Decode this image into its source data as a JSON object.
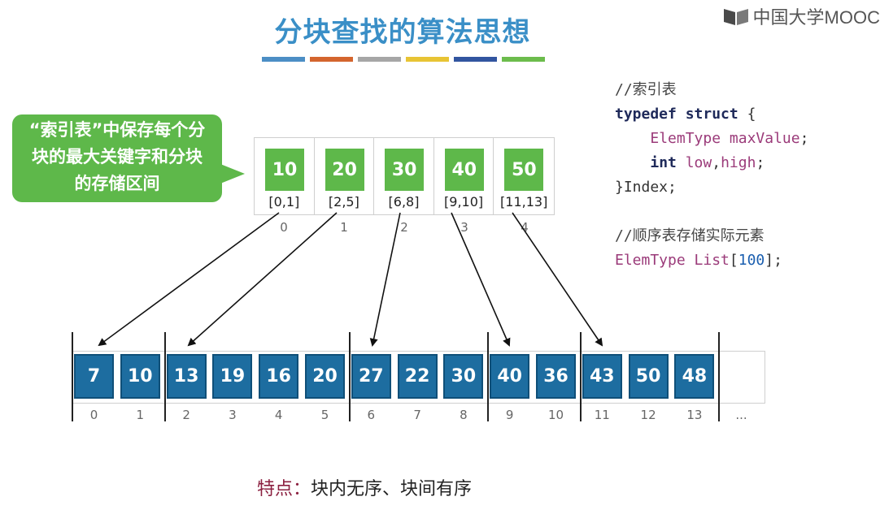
{
  "title": "分块查找的算法思想",
  "stripe_colors": [
    "#4c8ec5",
    "#d4652e",
    "#a6a6a6",
    "#e8c434",
    "#3255a0",
    "#6cbc4c"
  ],
  "logo_text": "中国大学MOOC",
  "callout": {
    "lines": [
      "“索引表”中保存每个分",
      "块的最大关键字和分块",
      "的存储区间"
    ]
  },
  "index_table": {
    "items": [
      {
        "max": "10",
        "range": "[0,1]",
        "index": "0"
      },
      {
        "max": "20",
        "range": "[2,5]",
        "index": "1"
      },
      {
        "max": "30",
        "range": "[6,8]",
        "index": "2"
      },
      {
        "max": "40",
        "range": "[9,10]",
        "index": "3"
      },
      {
        "max": "50",
        "range": "[11,13]",
        "index": "4"
      }
    ]
  },
  "code": {
    "comment1": "//索引表",
    "kw_typedef": "typedef",
    "kw_struct": "struct",
    "brace_open": " {",
    "type_elem": "ElemType",
    "field_max": "maxValue",
    "kw_int": "int",
    "field_low": "low",
    "field_high": "high",
    "close": "}Index;",
    "comment2": "//顺序表存储实际元素",
    "list_name": "List",
    "list_size": "100"
  },
  "array": {
    "values": [
      "7",
      "10",
      "13",
      "19",
      "16",
      "20",
      "27",
      "22",
      "30",
      "40",
      "36",
      "43",
      "50",
      "48"
    ],
    "indices": [
      "0",
      "1",
      "2",
      "3",
      "4",
      "5",
      "6",
      "7",
      "8",
      "9",
      "10",
      "11",
      "12",
      "13"
    ],
    "ellipsis": "..."
  },
  "feature": {
    "label": "特点：",
    "text": "块内无序、块间有序"
  }
}
